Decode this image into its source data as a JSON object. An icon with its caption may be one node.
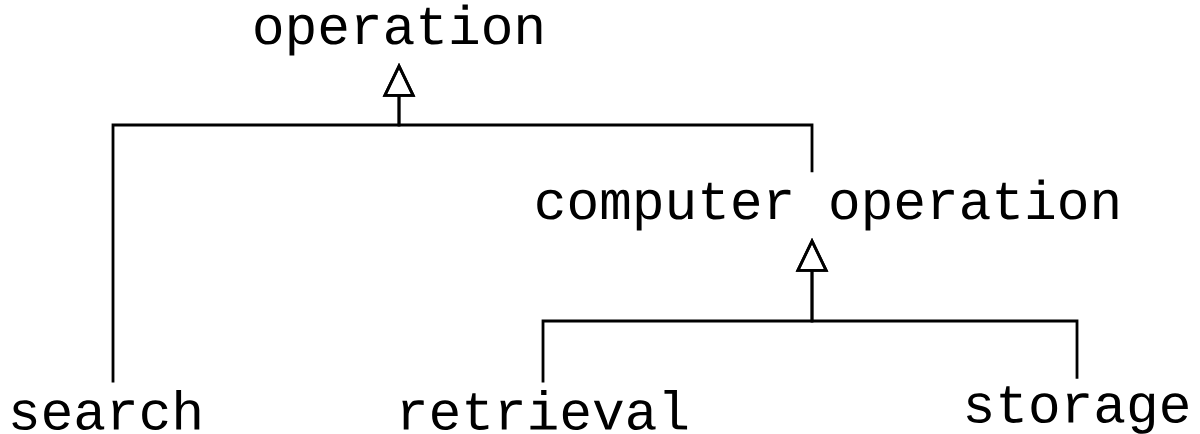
{
  "diagram": {
    "nodes": [
      {
        "text": [
          "operation"
        ]
      },
      {
        "text": [
          "computer operation"
        ]
      },
      {
        "text": [
          "search"
        ]
      },
      {
        "text": [
          "retrieval"
        ]
      },
      {
        "text": [
          "storage"
        ]
      }
    ],
    "edges": [
      {
        "from": 2,
        "to": 0,
        "arrow": "to"
      },
      {
        "from": 1,
        "to": 0,
        "arrow": "to"
      },
      {
        "from": 3,
        "to": 1,
        "arrow": "to"
      },
      {
        "from": 4,
        "to": 1,
        "arrow": "to"
      }
    ]
  }
}
